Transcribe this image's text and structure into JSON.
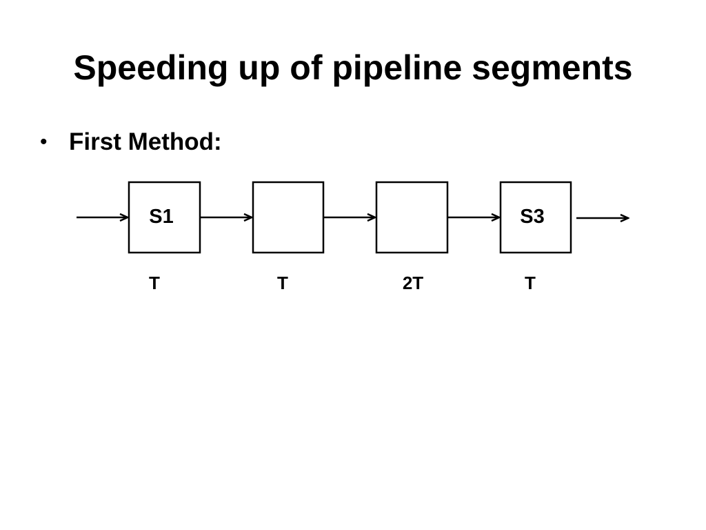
{
  "slide": {
    "title": "Speeding up of pipeline segments"
  },
  "bullets": [
    {
      "text": "First Method:"
    }
  ],
  "pipeline": {
    "stages": [
      {
        "label": "S1",
        "time": "T"
      },
      {
        "label": "",
        "time": "T"
      },
      {
        "label": "",
        "time": "2T"
      },
      {
        "label": "S3",
        "time": "T"
      }
    ]
  }
}
